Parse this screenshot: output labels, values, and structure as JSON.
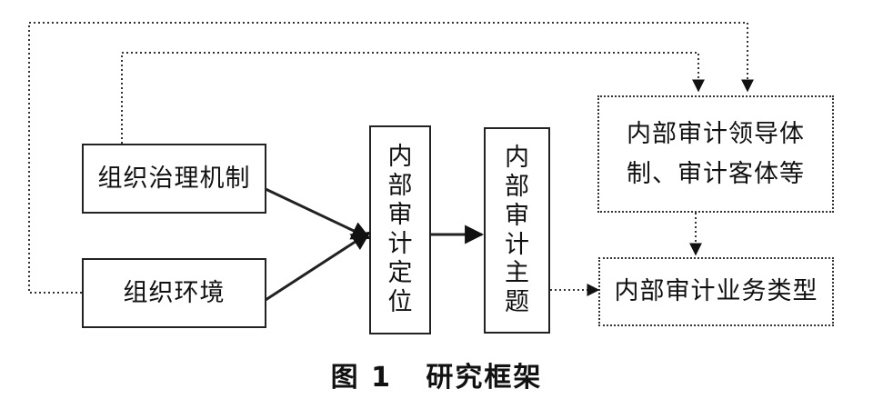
{
  "nodes": {
    "governance": "组织治理机制",
    "environment": "组织环境",
    "positioning": "内部审计定位",
    "theme": "内部审计主题",
    "leadership": "内部审计领导体制、审计客体等",
    "business_type": "内部审计业务类型"
  },
  "caption": "图 1   研究框架"
}
